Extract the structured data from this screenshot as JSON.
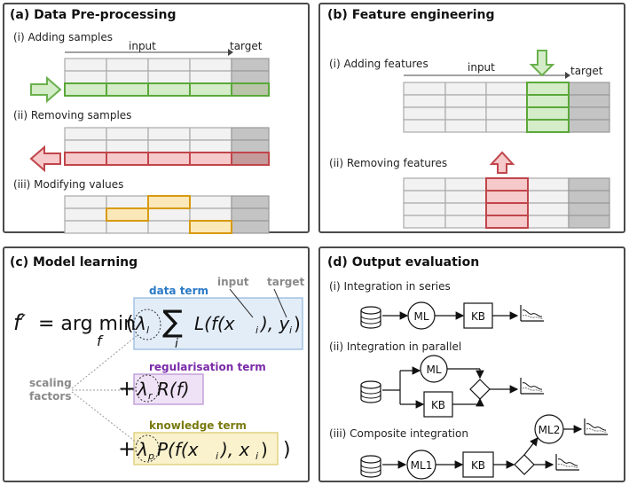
{
  "panel_a": {
    "title": "(a) Data Pre-processing",
    "adding": "(i) Adding samples",
    "input": "input",
    "target": "target",
    "removing": "(ii) Removing samples",
    "modifying": "(iii) Modifying values"
  },
  "panel_b": {
    "title": "(b) Feature engineering",
    "adding": "(i) Adding features",
    "input": "input",
    "target": "target",
    "removing": "(ii) Removing features"
  },
  "panel_c": {
    "title": "(c) Model learning",
    "data_term": "data term",
    "input": "input",
    "target": "target",
    "regularisation_term": "regularisation term",
    "knowledge_term": "knowledge term",
    "scaling": "scaling",
    "factors": "factors",
    "colors": {
      "data": "#2a7ac7",
      "regularisation": "#7a2aa8",
      "knowledge": "#7a7a10"
    }
  },
  "panel_d": {
    "title": "(d) Output evaluation",
    "series": "(i) Integration in series",
    "parallel": "(ii) Integration in parallel",
    "composite": "(iii) Composite integration",
    "ml": "ML",
    "kb": "KB",
    "ml1": "ML1",
    "ml2": "ML2"
  }
}
